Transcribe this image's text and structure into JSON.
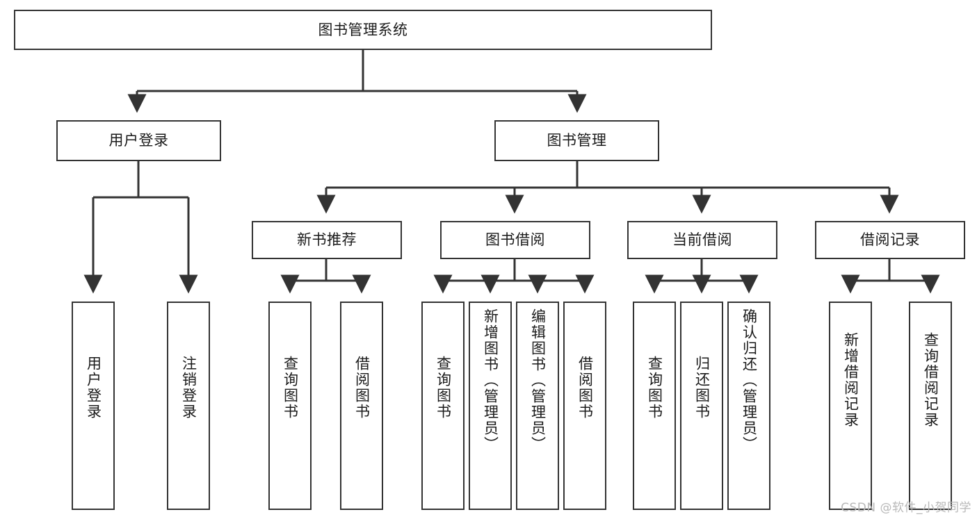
{
  "diagram": {
    "title": "图书管理系统",
    "type": "tree-hierarchy",
    "background_color": "#ffffff",
    "stroke_color": "#333333",
    "text_color": "#1a1a1a"
  },
  "nodes": {
    "root": {
      "label": "图书管理系统",
      "level": 0
    },
    "level1": [
      {
        "id": "user-login",
        "label": "用户登录"
      },
      {
        "id": "book-manage",
        "label": "图书管理"
      }
    ],
    "level2": [
      {
        "id": "new-book-recommend",
        "label": "新书推荐"
      },
      {
        "id": "book-borrow",
        "label": "图书借阅"
      },
      {
        "id": "current-borrow",
        "label": "当前借阅"
      },
      {
        "id": "borrow-record",
        "label": "借阅记录"
      }
    ],
    "leaves": {
      "user_login": [
        {
          "id": "leaf-user-login",
          "label": "用户登录"
        },
        {
          "id": "leaf-logout-login",
          "label": "注销登录"
        }
      ],
      "new_book_recommend": [
        {
          "id": "leaf-query-book-1",
          "label": "查询图书"
        },
        {
          "id": "leaf-borrow-book-1",
          "label": "借阅图书"
        }
      ],
      "book_borrow": [
        {
          "id": "leaf-query-book-2",
          "label": "查询图书"
        },
        {
          "id": "leaf-add-book",
          "label": "新增图书（管理员）"
        },
        {
          "id": "leaf-edit-book",
          "label": "编辑图书（管理员）"
        },
        {
          "id": "leaf-borrow-book-2",
          "label": "借阅图书"
        }
      ],
      "current_borrow": [
        {
          "id": "leaf-query-book-3",
          "label": "查询图书"
        },
        {
          "id": "leaf-return-book",
          "label": "归还图书"
        },
        {
          "id": "leaf-confirm-return",
          "label": "确认归还（管理员）"
        }
      ],
      "borrow_record": [
        {
          "id": "leaf-add-record",
          "label": "新增借阅记录"
        },
        {
          "id": "leaf-query-record",
          "label": "查询借阅记录"
        }
      ]
    }
  },
  "watermark": {
    "text": "CSDN @软件_小贺同学"
  }
}
